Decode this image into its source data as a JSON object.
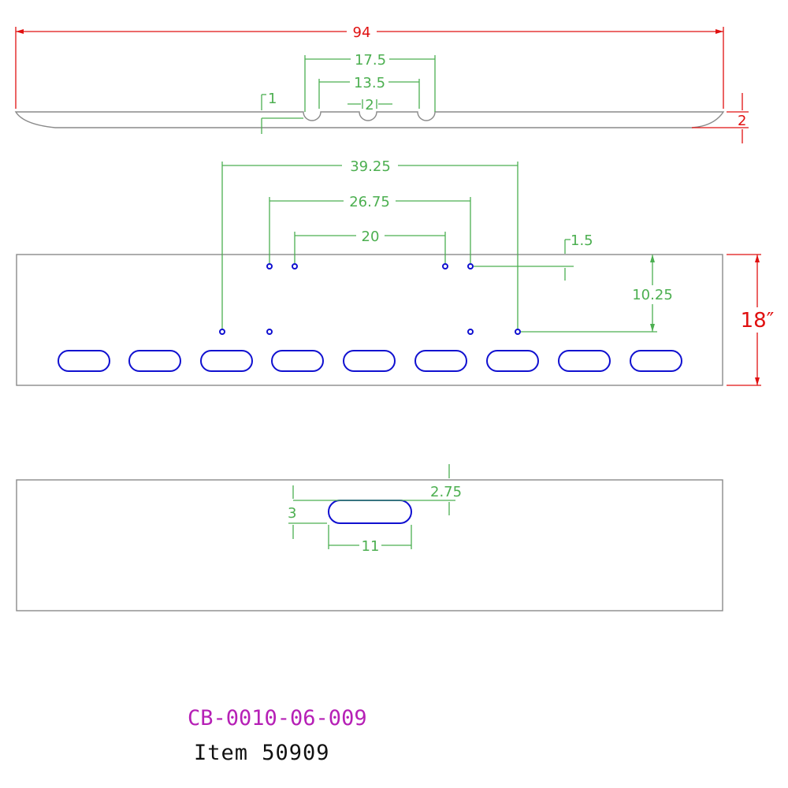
{
  "drawing": {
    "part_number": "CB-0010-06-009",
    "item_label": "Item 50909",
    "colors": {
      "outline": "#8a8a8a",
      "dimension_green": "#4caf50",
      "dimension_red": "#e01010",
      "holes": "#1010d0",
      "part_number": "#b620b6"
    },
    "top_view": {
      "overall_width": "94",
      "notch_outer_span": "17.5",
      "notch_inner_span": "13.5",
      "notch_center_width": "2",
      "lip_depth": "1",
      "height": "2"
    },
    "front_view": {
      "outer_hole_span": "39.25",
      "middle_hole_span": "26.75",
      "inner_hole_span": "20",
      "hole_edge_offset": "1.5",
      "hole_vertical_spacing": "10.25",
      "panel_height": "18″"
    },
    "bottom_view": {
      "slot_edge_offset": "2.75",
      "slot_height": "3",
      "slot_length": "11"
    }
  }
}
